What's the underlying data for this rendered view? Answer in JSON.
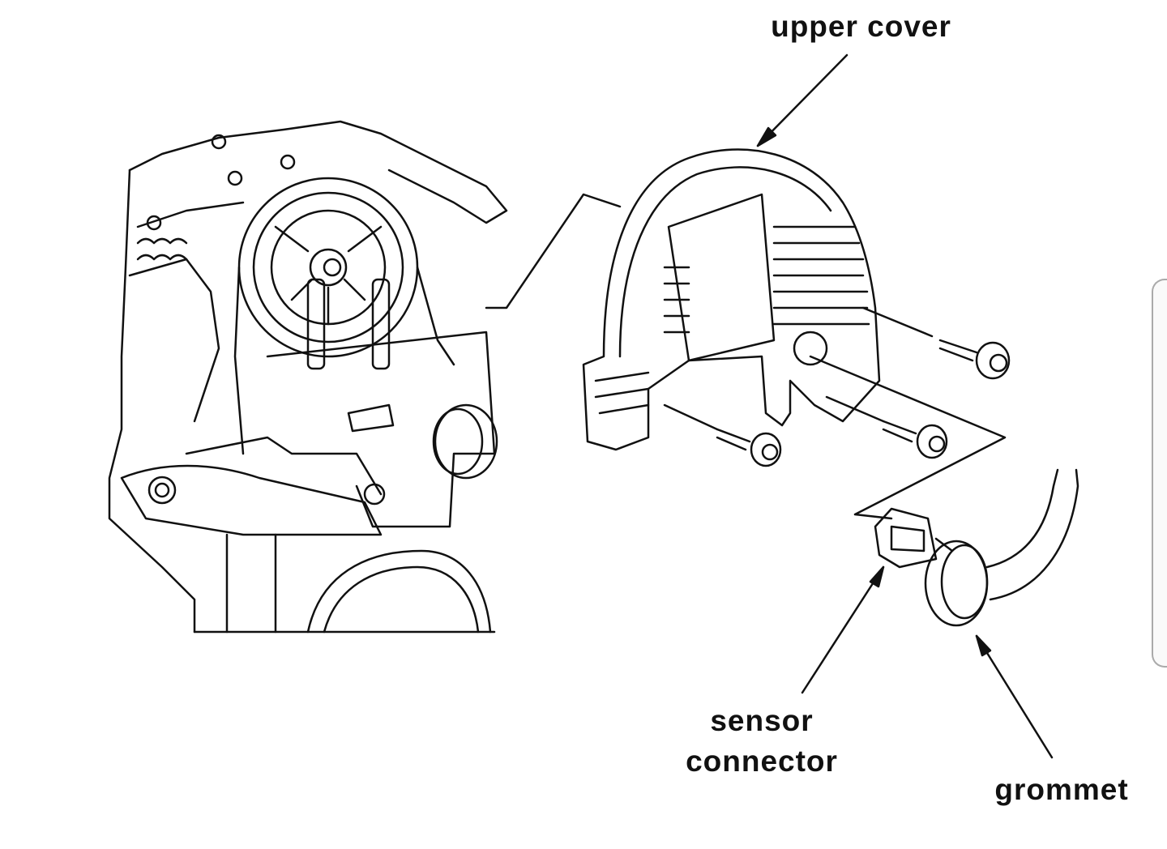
{
  "labels": {
    "upper_cover": "upper cover",
    "sensor_connector_line1": "sensor",
    "sensor_connector_line2": "connector",
    "grommet": "grommet"
  },
  "colors": {
    "line": "#111111",
    "background": "#ffffff",
    "scroll_handle": "#aaaaaa"
  }
}
